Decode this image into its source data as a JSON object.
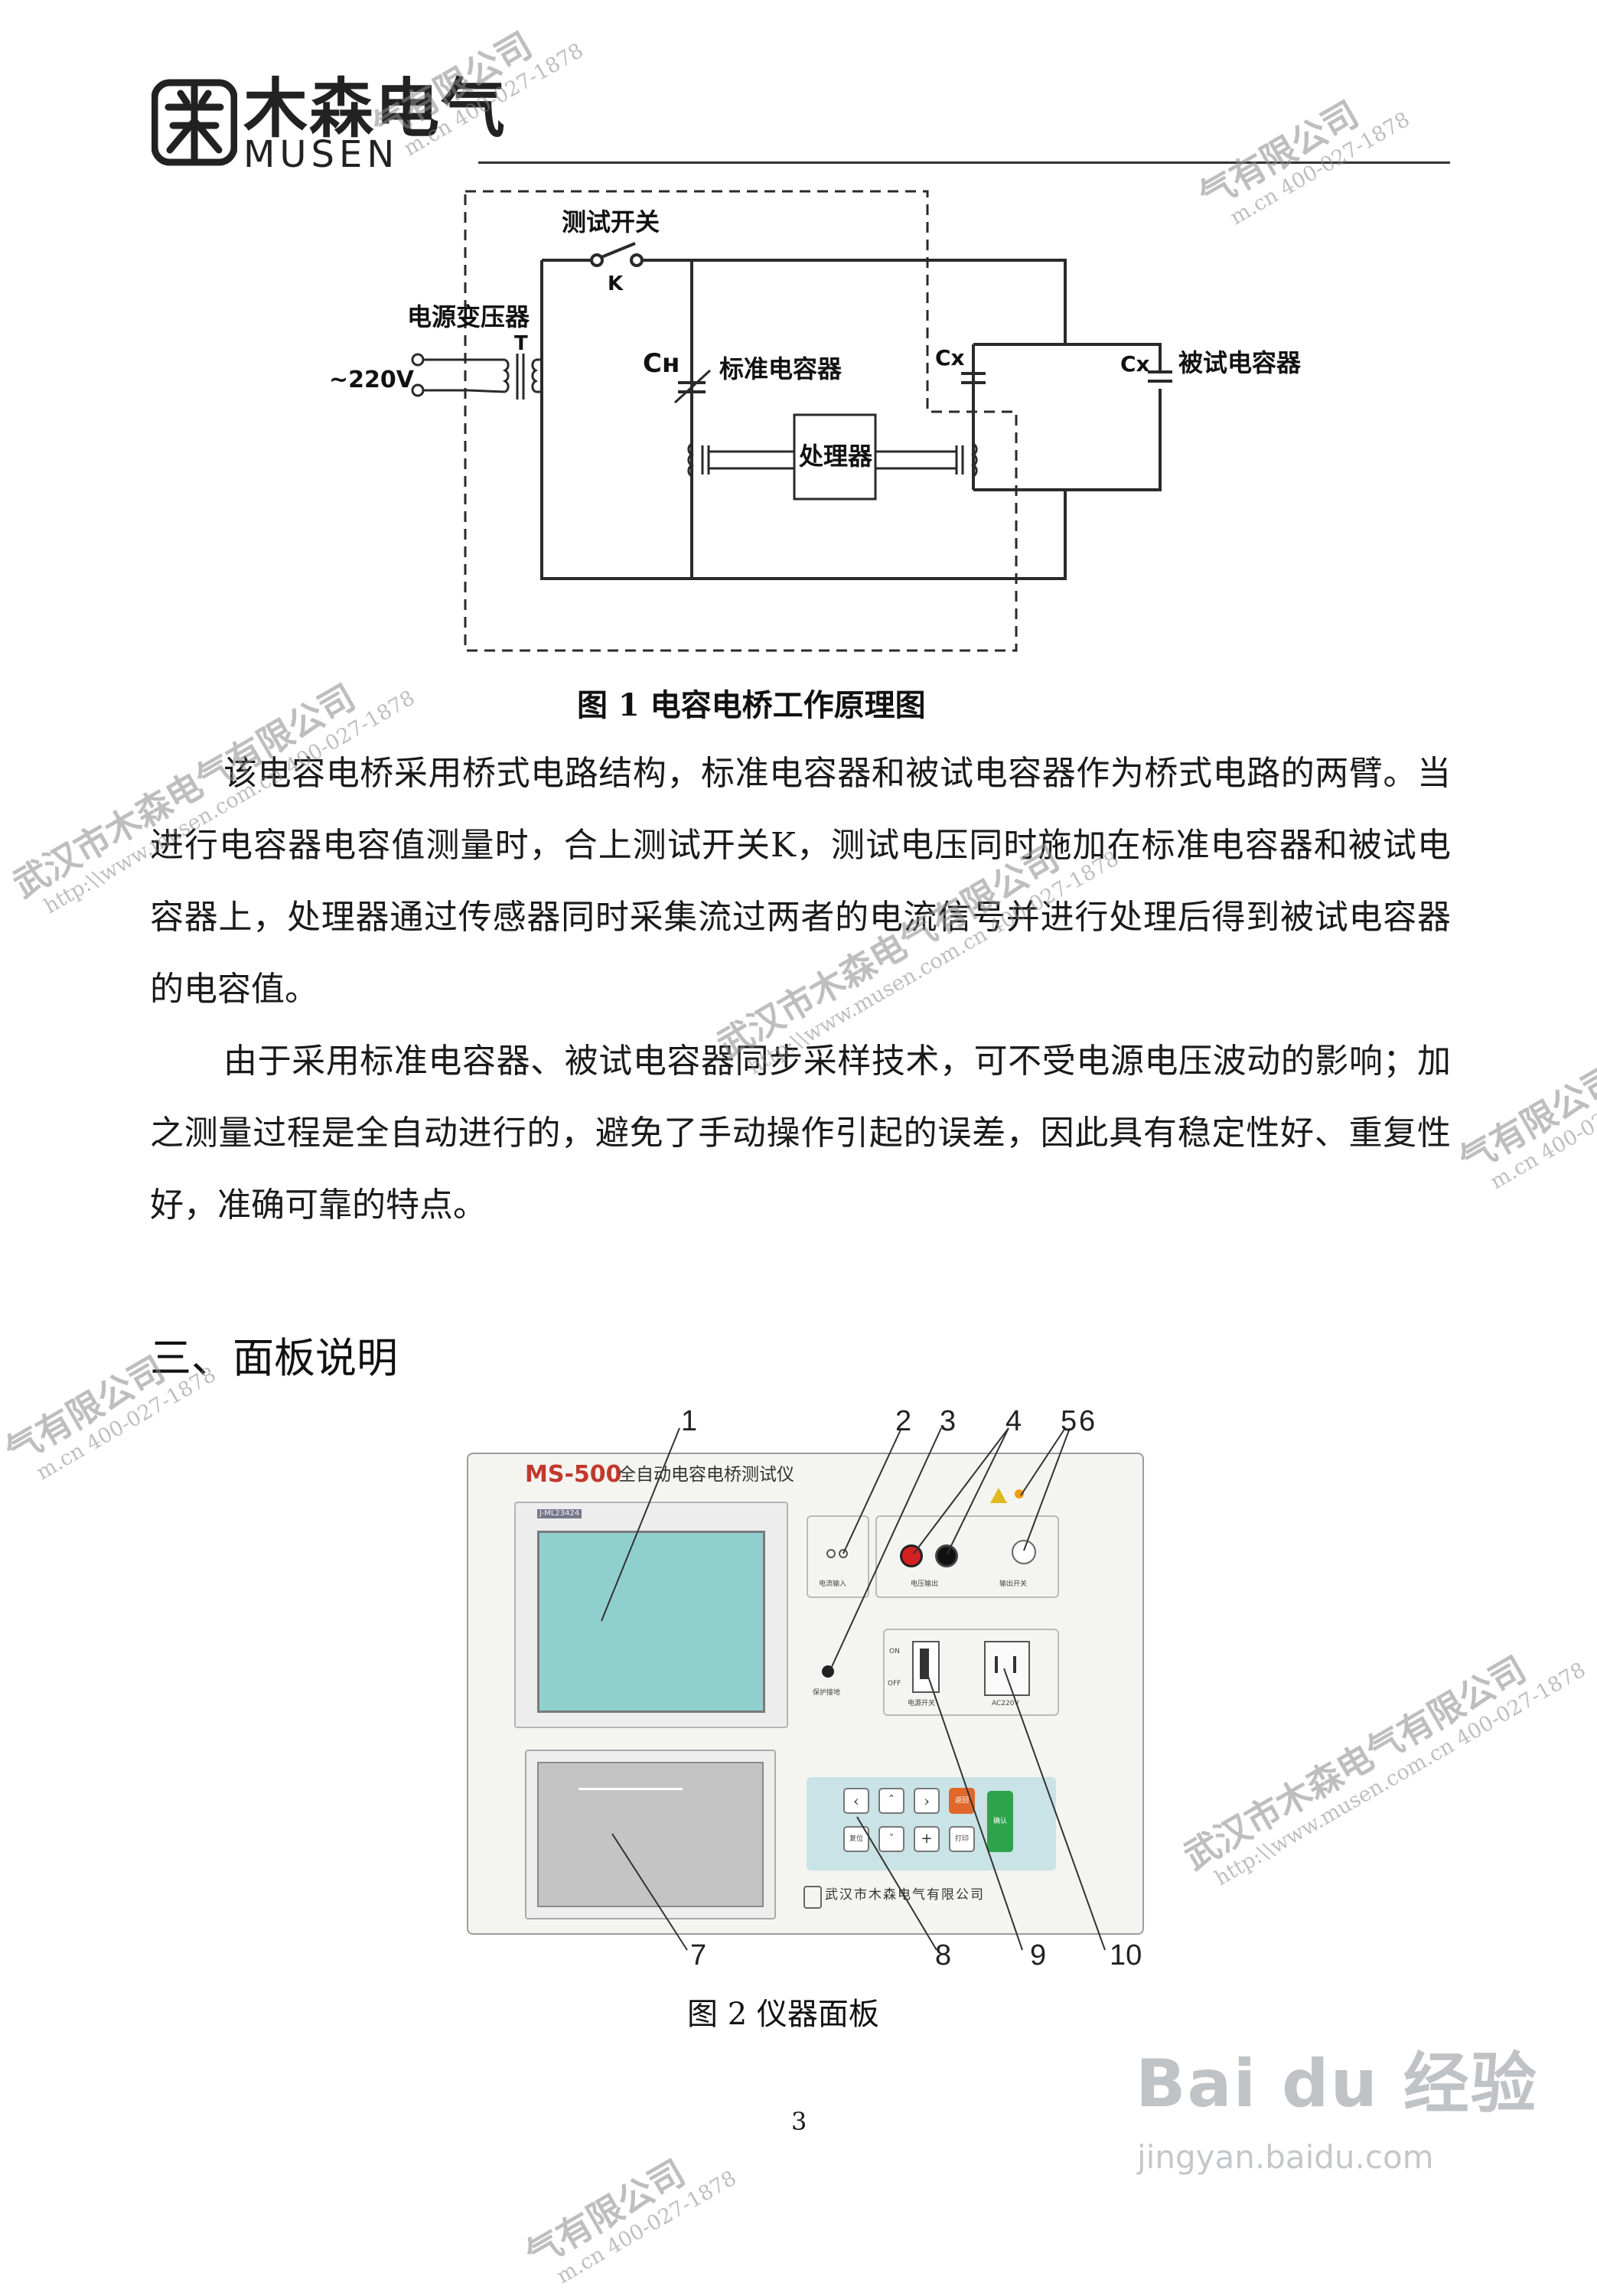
{
  "header": {
    "logo_cn": "木森电气",
    "logo_en": "MUSEN"
  },
  "watermarks": {
    "company": "武汉市木森电气有限公司",
    "url": "http:\\\\www.musen.com.cn 400-027-1878",
    "company_short": "气有限公司",
    "url_short": "m.cn 400-027-1878"
  },
  "figure1": {
    "switch_label": "测试开关",
    "switch_k": "K",
    "transformer_label": "电源变压器",
    "transformer_t": "T",
    "voltage": "~220V",
    "cn_symbol": "Cн",
    "cn_label": "标准电容器",
    "cx_symbol_left": "Cx",
    "cx_symbol_right": "Cx",
    "cx_label": "被试电容器",
    "processor": "处理器",
    "caption": "图 1 电容电桥工作原理图"
  },
  "paragraphs": [
    "该电容电桥采用桥式电路结构，标准电容器和被试电容器作为桥式电路的两臂。当进行电容器电容值测量时，合上测试开关K，测试电压同时施加在标准电容器和被试电容器上，处理器通过传感器同时采集流过两者的电流信号并进行处理后得到被试电容器的电容值。",
    "由于采用标准电容器、被试电容器同步采样技术，可不受电源电压波动的影响；加之测量过程是全自动进行的，避免了手动操作引起的误差，因此具有稳定性好、重复性好，准确可靠的特点。"
  ],
  "section_title": "三、面板说明",
  "figure2": {
    "model": "MS-500",
    "product_name": "全自动电容电桥测试仪",
    "lcd_tag": "J-ML23424",
    "current_input": "电流输入",
    "voltage_output": "电压输出",
    "output_switch": "输出开关",
    "ground": "保护接地",
    "power_on": "ON",
    "power_off": "OFF",
    "power_switch": "电源开关",
    "ac_input": "AC220V",
    "key_reset": "复位",
    "key_print": "打印",
    "key_back": "返回",
    "key_confirm": "确认",
    "key_plus": "+",
    "company": "武汉市木森电气有限公司",
    "callouts": [
      "1",
      "2",
      "3",
      "4",
      "5",
      "6",
      "7",
      "8",
      "9",
      "10"
    ],
    "caption": "图 2 仪器面板"
  },
  "page_number": "3",
  "baidu": {
    "logo": "Bai du 经验",
    "url": "jingyan.baidu.com"
  }
}
